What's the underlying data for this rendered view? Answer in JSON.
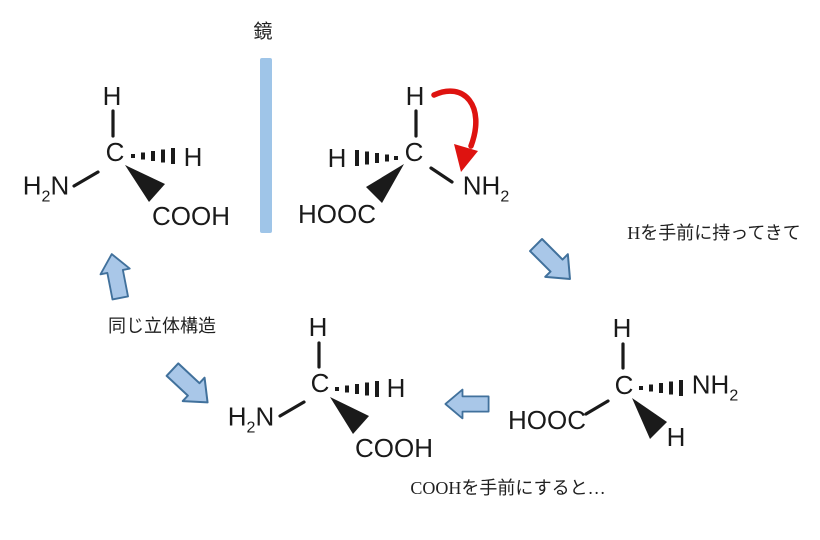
{
  "mirror": {
    "label": "鏡"
  },
  "molecules": {
    "top_left": {
      "top": "H",
      "center": "C",
      "left": {
        "pre": "H",
        "sub": "2",
        "post": "N"
      },
      "right": "H",
      "bottom": "COOH"
    },
    "top_right": {
      "top": "H",
      "center": "C",
      "left": "H",
      "bottom_left": "HOOC",
      "bottom_right": {
        "pre": "NH",
        "sub": "2",
        "post": ""
      }
    },
    "bottom_right": {
      "top": "H",
      "center": "C",
      "left": "HOOC",
      "right": {
        "pre": "NH",
        "sub": "2",
        "post": ""
      },
      "bottom": "H"
    },
    "bottom_center": {
      "top": "H",
      "center": "C",
      "left": {
        "pre": "H",
        "sub": "2",
        "post": "N"
      },
      "right": "H",
      "bottom": "COOH"
    }
  },
  "annotations": {
    "bring_h_to_front": "Hを手前に持ってきて",
    "same_stereo_structure": "同じ立体構造",
    "cooh_to_front": "COOHを手前にすると…"
  },
  "colors": {
    "background": "#FFFFFF",
    "ink": "#1A1A1A",
    "mirror_bar": "#9FC5E8",
    "arrow_fill": "#A9C7E8",
    "arrow_stroke": "#41719C",
    "red_arrow": "#DE1310"
  }
}
